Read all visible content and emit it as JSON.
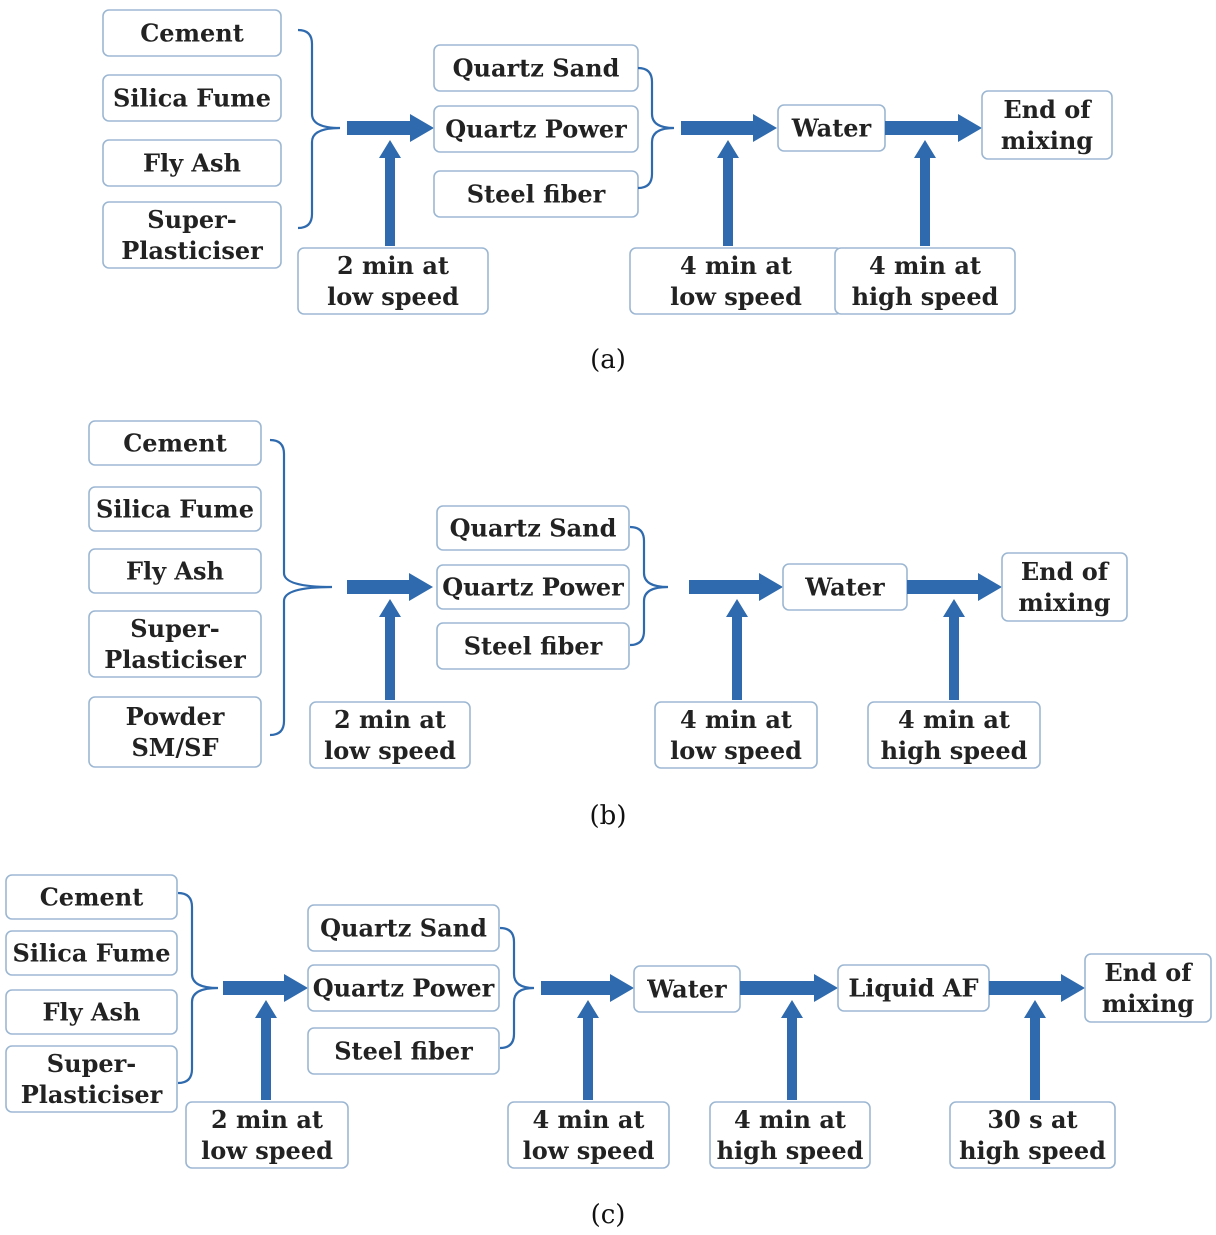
{
  "colors": {
    "arrow": "#2e6aad",
    "box_border": "#9db7d3",
    "text": "#222222"
  },
  "panels": [
    {
      "caption": "(a)",
      "ingredients": [
        [
          "Cement"
        ],
        [
          "Silica Fume"
        ],
        [
          "Fly Ash"
        ],
        [
          "Super-",
          "Plasticiser"
        ]
      ],
      "step1": [
        [
          "2 min at",
          "low speed"
        ]
      ],
      "additions": [
        [
          "Quartz Sand"
        ],
        [
          "Quartz Power"
        ],
        [
          "Steel fiber"
        ]
      ],
      "step2": [
        [
          "4 min at",
          "low speed"
        ]
      ],
      "water": [
        [
          "Water"
        ]
      ],
      "step3": [
        [
          "4 min at",
          "high speed"
        ]
      ],
      "end": [
        [
          "End of",
          "mixing"
        ]
      ]
    },
    {
      "caption": "(b)",
      "ingredients": [
        [
          "Cement"
        ],
        [
          "Silica Fume"
        ],
        [
          "Fly Ash"
        ],
        [
          "Super-",
          "Plasticiser"
        ],
        [
          "Powder",
          "SM/SF"
        ]
      ],
      "step1": [
        [
          "2 min at",
          "low speed"
        ]
      ],
      "additions": [
        [
          "Quartz Sand"
        ],
        [
          "Quartz Power"
        ],
        [
          "Steel fiber"
        ]
      ],
      "step2": [
        [
          "4 min at",
          "low speed"
        ]
      ],
      "water": [
        [
          "Water"
        ]
      ],
      "step3": [
        [
          "4 min at",
          "high speed"
        ]
      ],
      "end": [
        [
          "End of",
          "mixing"
        ]
      ]
    },
    {
      "caption": "(c)",
      "ingredients": [
        [
          "Cement"
        ],
        [
          "Silica Fume"
        ],
        [
          "Fly Ash"
        ],
        [
          "Super-",
          "Plasticiser"
        ]
      ],
      "step1": [
        [
          "2 min at",
          "low speed"
        ]
      ],
      "additions": [
        [
          "Quartz Sand"
        ],
        [
          "Quartz Power"
        ],
        [
          "Steel fiber"
        ]
      ],
      "step2": [
        [
          "4 min at",
          "low speed"
        ]
      ],
      "water": [
        [
          "Water"
        ]
      ],
      "step3": [
        [
          "4 min at",
          "high speed"
        ]
      ],
      "liquid": [
        [
          "Liquid AF"
        ]
      ],
      "step4": [
        [
          "30 s at",
          "high speed"
        ]
      ],
      "end": [
        [
          "End of",
          "mixing"
        ]
      ]
    }
  ]
}
